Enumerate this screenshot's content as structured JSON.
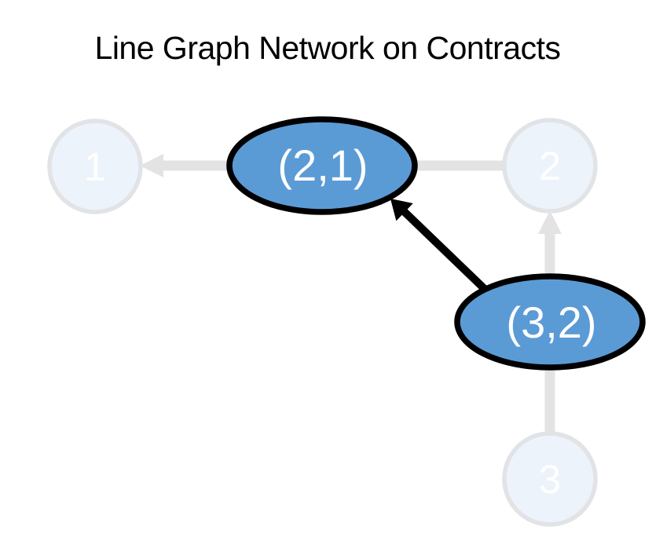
{
  "title": "Line Graph Network on Contracts",
  "colors": {
    "background": "#ffffff",
    "title_text": "#000000",
    "contract_node_fill": "#edf3fb",
    "contract_node_stroke": "#e2e3e6",
    "contract_node_text": "#ffffff",
    "contract_edge": "#e3e3e3",
    "line_graph_node_fill": "#5b9bd5",
    "line_graph_node_stroke": "#000000",
    "line_graph_node_text": "#ffffff",
    "line_graph_edge": "#000000"
  },
  "contract_graph": {
    "nodes": [
      {
        "id": "1",
        "label": "1"
      },
      {
        "id": "2",
        "label": "2"
      },
      {
        "id": "3",
        "label": "3"
      }
    ],
    "edges": [
      {
        "from": "2",
        "to": "1"
      },
      {
        "from": "3",
        "to": "2"
      }
    ]
  },
  "line_graph": {
    "nodes": [
      {
        "id": "(2,1)",
        "label": "(2,1)"
      },
      {
        "id": "(3,2)",
        "label": "(3,2)"
      }
    ],
    "edges": [
      {
        "from": "(3,2)",
        "to": "(2,1)"
      }
    ]
  }
}
